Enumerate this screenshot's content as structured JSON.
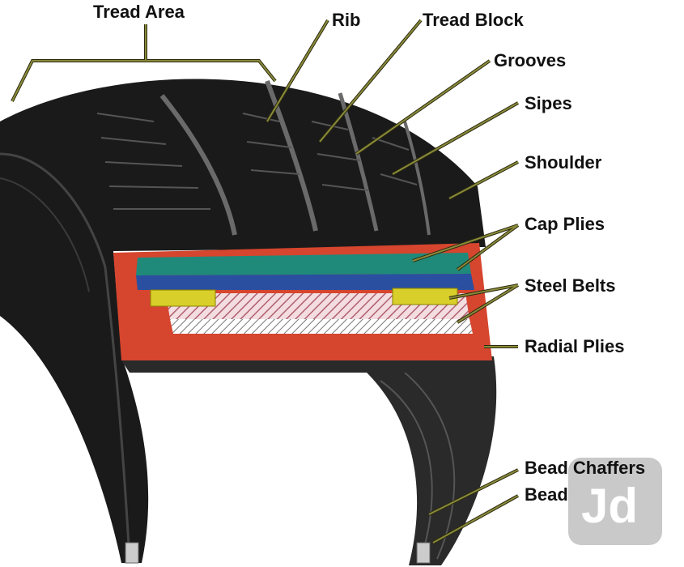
{
  "labels": {
    "tread_area": "Tread Area",
    "rib": "Rib",
    "tread_block": "Tread Block",
    "grooves": "Grooves",
    "sipes": "Sipes",
    "shoulder": "Shoulder",
    "cap_plies": "Cap Plies",
    "steel_belts": "Steel Belts",
    "radial_plies": "Radial Plies",
    "bead_chaffers": "Bead Chaffers",
    "bead": "Bead"
  },
  "watermark": "Jd",
  "colors": {
    "rubber": "#1a1a1a",
    "cap_layer": "#d6452e",
    "cap_plies_teal": "#1f8a7a",
    "blue_layer": "#2a4fa0",
    "steel_belts_yellow": "#d8cf2a",
    "radial_plies_pink": "#e8b8c0",
    "leader": "#6b6b2a"
  }
}
